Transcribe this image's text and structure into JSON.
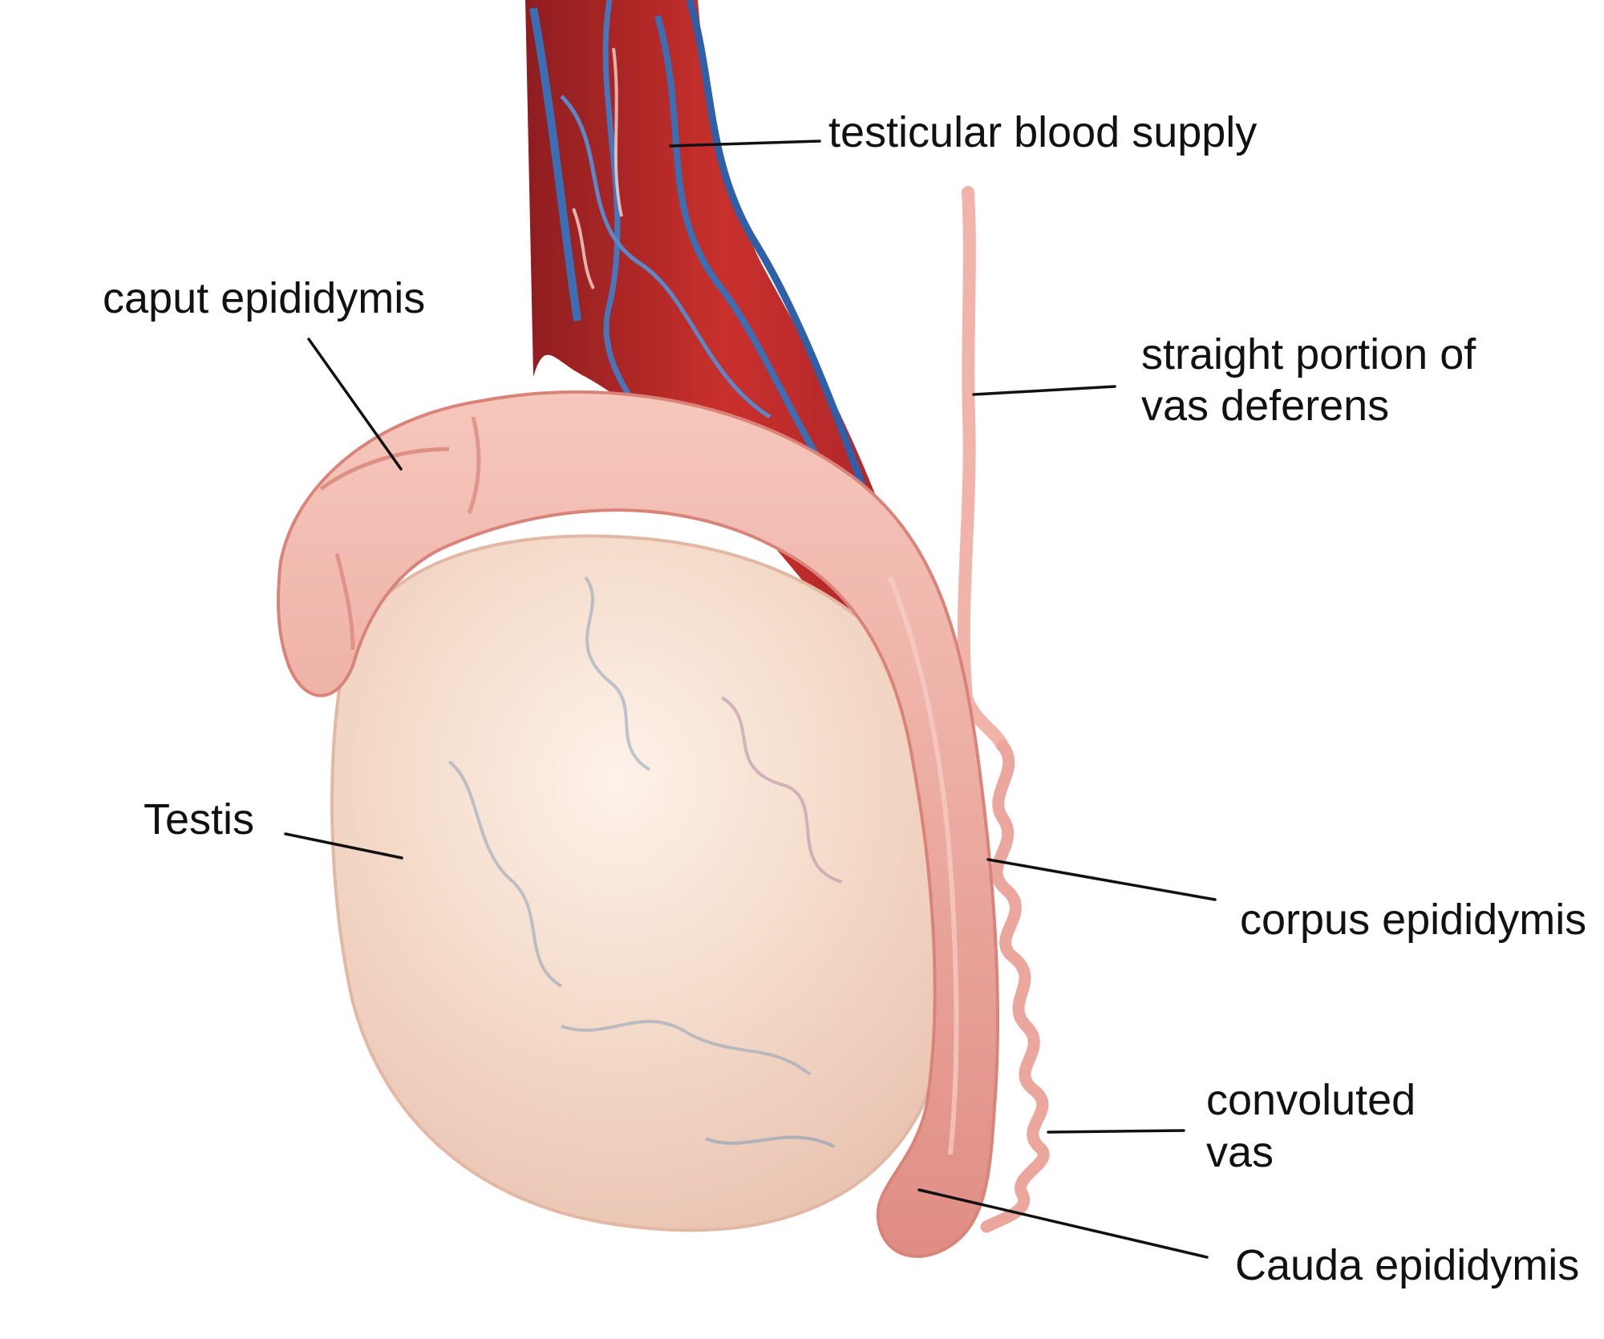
{
  "labels": {
    "blood_supply": "testicular blood supply",
    "caput": "caput epididymis",
    "straight_vas_line1": "straight portion of",
    "straight_vas_line2": "vas deferens",
    "testis": "Testis",
    "corpus": "corpus epididymis",
    "convoluted_line1": "convoluted",
    "convoluted_line2": "vas",
    "cauda": "Cauda epididymis"
  },
  "colors": {
    "background": "#ffffff",
    "testis": "#f3d6c4",
    "epididymis": "#e99c92",
    "artery": "#b8282a",
    "vein": "#3a6fb5",
    "vas": "#eeb0a8",
    "text": "#111111"
  }
}
